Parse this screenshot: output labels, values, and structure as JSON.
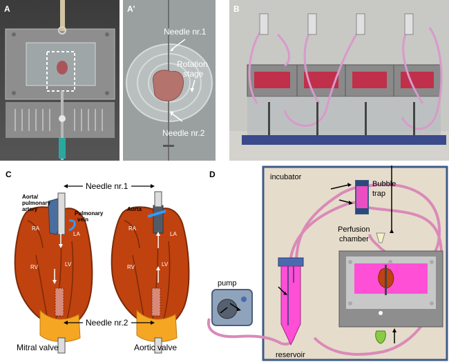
{
  "panel_labels": {
    "a": "A",
    "a_prime": "A'",
    "b": "B",
    "c": "C",
    "d": "D"
  },
  "panel_a_prime": {
    "needle1": "Needle nr.1",
    "rotation_stage_1": "Rotation",
    "rotation_stage_2": "stage",
    "needle2": "Needle nr.2"
  },
  "panel_c": {
    "needle1": "Needle nr.1",
    "needle2": "Needle nr.2",
    "aorta_pulmonary_1": "Aorta/",
    "aorta_pulmonary_2": "pulmonary",
    "aorta_pulmonary_3": "artery",
    "pulmonary_vein_1": "Pulmonary",
    "pulmonary_vein_2": "vein",
    "aorta": "Aorta",
    "ra": "RA",
    "la": "LA",
    "rv": "RV",
    "lv": "LV",
    "mitral_valve": "Mitral valve",
    "aortic_valve": "Aortic valve"
  },
  "panel_d": {
    "incubator": "incubator",
    "bubble_trap_1": "Bubble",
    "bubble_trap_2": "trap",
    "perfusion_1": "Perfusion",
    "perfusion_2": "chamber",
    "pump": "pump",
    "reservoir": "reservoir"
  },
  "colors": {
    "heart": "#c0420f",
    "heart_stroke": "#7a2a08",
    "needle_cap": "#f5a623",
    "vessel_blue": "#5577aa",
    "tube": "#d98ab8",
    "medium": "#e94fc3",
    "incubator_fill": "#e6dccb",
    "incubator_border": "#3d5b86",
    "photo_dark": "#3a3a3a"
  }
}
